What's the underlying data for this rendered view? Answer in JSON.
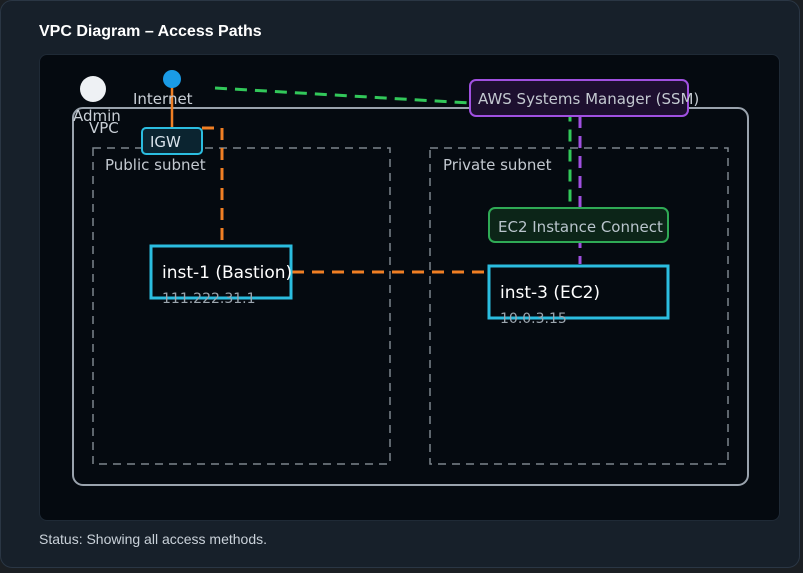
{
  "title": "VPC Diagram – Access Paths",
  "status": "Status: Showing all access methods.",
  "diagram": {
    "admin_label": "Admin",
    "internet_label": "Internet",
    "vpc_label": "VPC",
    "igw_label": "IGW",
    "public_subnet_label": "Public subnet",
    "private_subnet_label": "Private subnet",
    "ssm_label": "AWS Systems Manager (SSM)",
    "eic_label": "EC2 Instance Connect",
    "bastion": {
      "name": "inst-1 (Bastion)",
      "ip": "111.222.31.1"
    },
    "ec2": {
      "name": "inst-3 (EC2)",
      "ip": "10.0.3.15"
    }
  },
  "colors": {
    "orange_path": "#f07f24",
    "green_path": "#32c85a",
    "purple_path": "#a050e0",
    "instance_border": "#2bbde0",
    "ssm_border": "#a050e0",
    "eic_border": "#2faa55",
    "internet_dot": "#1a9be6"
  }
}
